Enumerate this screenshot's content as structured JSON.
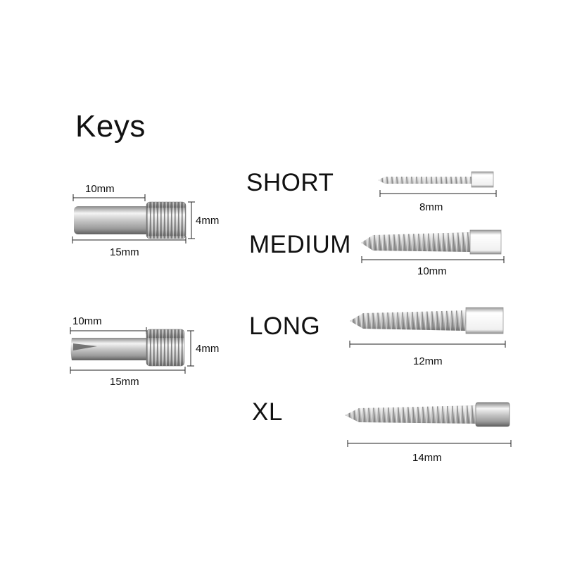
{
  "title": "Keys",
  "keys": [
    {
      "length_label": "10mm",
      "diameter_label": "4mm",
      "total_label": "15mm",
      "tip": "round"
    },
    {
      "length_label": "10mm",
      "diameter_label": "4mm",
      "total_label": "15mm",
      "tip": "flat"
    }
  ],
  "screws": [
    {
      "size": "SHORT",
      "length_label": "8mm"
    },
    {
      "size": "MEDIUM",
      "length_label": "10mm"
    },
    {
      "size": "LONG",
      "length_label": "12mm"
    },
    {
      "size": "XL",
      "length_label": "14mm"
    }
  ],
  "colors": {
    "metal_light": "#f2f2f2",
    "metal_mid": "#b9b9b9",
    "metal_dark": "#6e6e6e",
    "line": "#222222"
  }
}
